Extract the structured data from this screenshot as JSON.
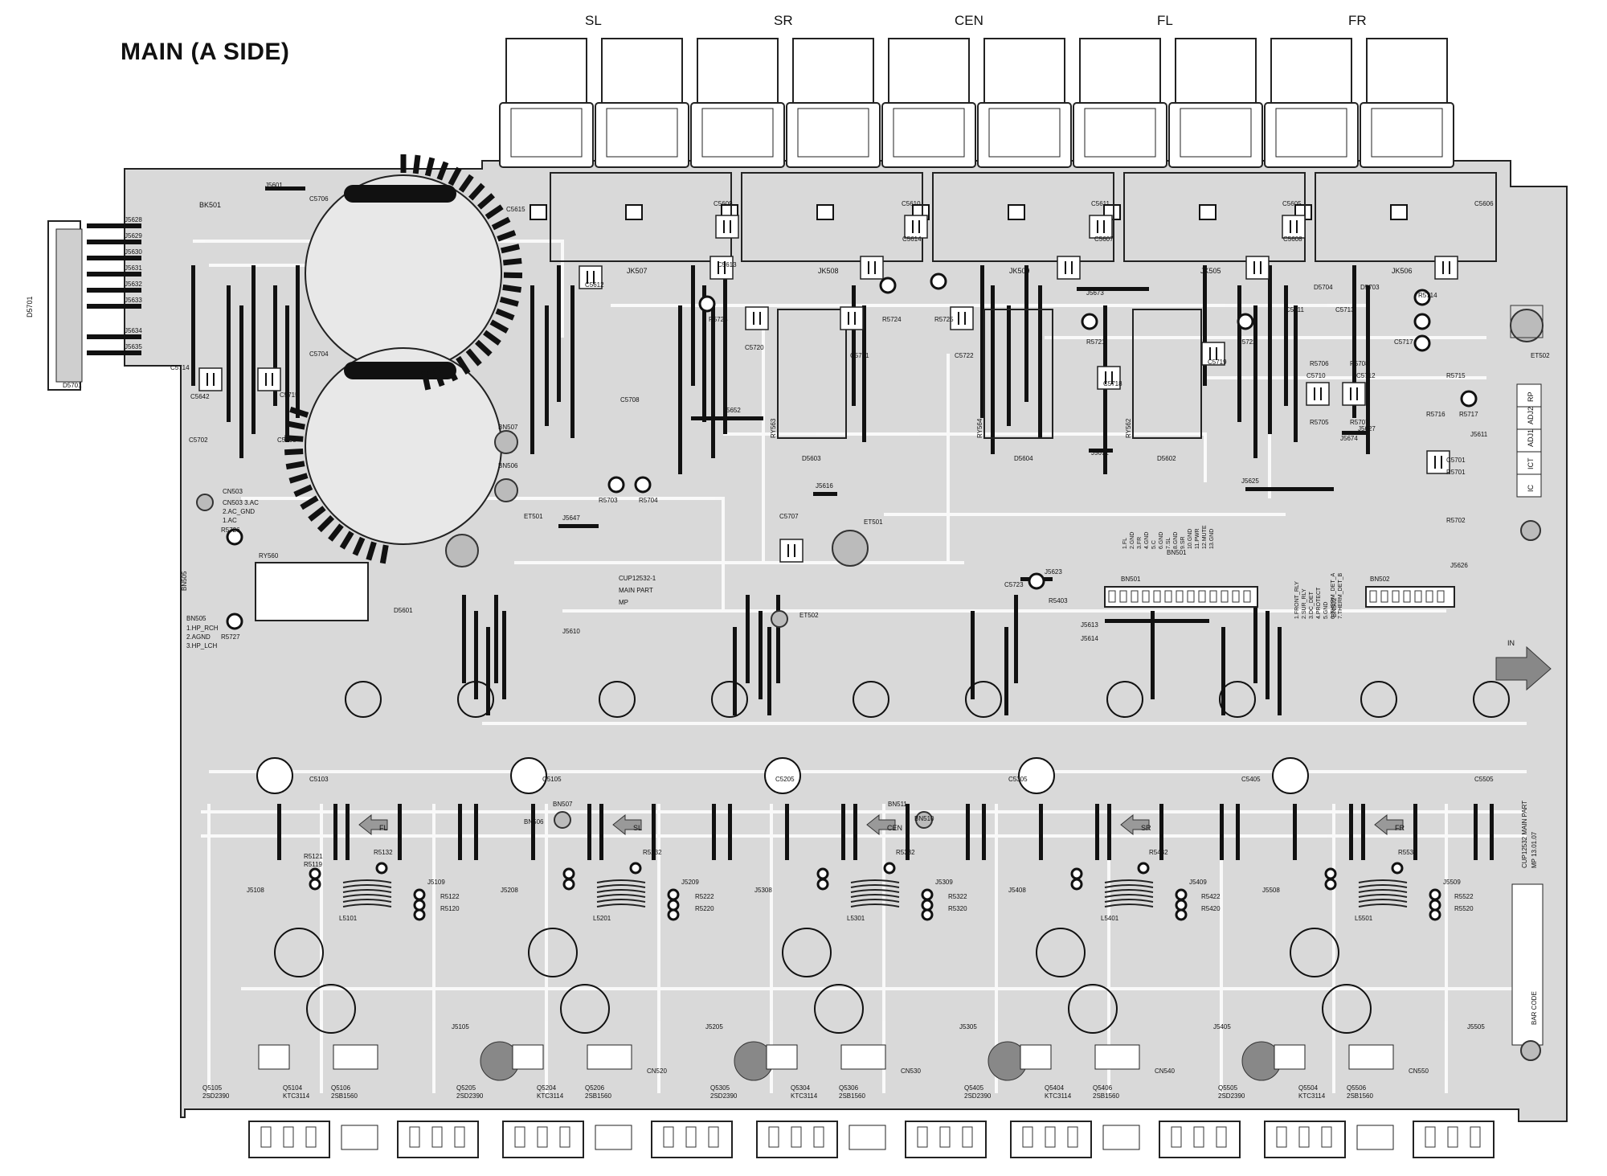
{
  "title": "MAIN (A SIDE)",
  "channels": [
    "SL",
    "SR",
    "CEN",
    "FL",
    "FR"
  ],
  "board": {
    "part_number": "CUP12532-1",
    "part_name": "MAIN PART",
    "part_code": "MP",
    "edge_label": "CUP12532 MAIN PART",
    "edge_date": "MP 13.01.07",
    "bar_code": "BAR CODE",
    "arrow_in": "IN"
  },
  "connectors": {
    "d5701": "D5701",
    "bk501": "BK501",
    "cn503_label": "CN503",
    "cn503_pins": [
      "CN503 3.AC",
      "2.AC_GND",
      "1.AC"
    ],
    "bn505_label": "BN505",
    "bn505_pins": [
      "1.HP_RCH",
      "2.AGND",
      "3.HP_LCH"
    ],
    "bn501": "BN501",
    "bn502": "BN502",
    "jacks": [
      "JK507",
      "JK508",
      "JK509",
      "JK505",
      "JK506"
    ],
    "bn507": "BN507",
    "bn506": "BN506",
    "bn510": "BN510",
    "bn511": "BN511",
    "et501": "ET501",
    "et502": "ET502",
    "cn": [
      "CN520",
      "CN530",
      "CN540",
      "CN550"
    ]
  },
  "side_table": [
    "RP",
    "ADJ2",
    "ADJ1",
    "ICT",
    "IC"
  ],
  "parts": {
    "caps_top": [
      "C5706",
      "C5704",
      "C5615",
      "C5609",
      "C5610",
      "C5611",
      "C5605",
      "C5606",
      "C5612",
      "C5613",
      "C5614",
      "C5607",
      "C5608",
      "C5720",
      "C5721",
      "C5722",
      "C5719",
      "C5718",
      "C5708",
      "C5707",
      "C5723",
      "C5711",
      "C5713",
      "C5717",
      "C5710",
      "C5712",
      "C5701",
      "C5714",
      "C5715",
      "C5702",
      "C5703",
      "C5642",
      "C5702"
    ],
    "relays": [
      "RY560",
      "RY563",
      "RY564",
      "RY562"
    ],
    "resistors_top": [
      "R5723",
      "R5724",
      "R5725",
      "R5721",
      "R5722",
      "R5714",
      "R5715",
      "R5716",
      "R5717",
      "R5706",
      "R5708",
      "R5705",
      "R5707",
      "R5701",
      "R5702",
      "R5726",
      "R5727",
      "R5703",
      "R5704",
      "R5403"
    ],
    "diodes_top": [
      "D5603",
      "D5604",
      "D5602",
      "D5704",
      "D5703",
      "D5601"
    ],
    "jumpers_left": [
      "J5628",
      "J5629",
      "J5630",
      "J5631",
      "J5632",
      "J5633",
      "J5634",
      "J5635"
    ],
    "jumpers_misc": [
      "J5601",
      "J5652",
      "J5616",
      "J5647",
      "J5625",
      "J5623",
      "J5626",
      "J5613",
      "J5614",
      "J5673",
      "J5671",
      "J5674",
      "J5627",
      "J5611",
      "J5610"
    ],
    "transistors_bottom": [
      {
        "ref": "Q5105",
        "type": "2SD2390"
      },
      {
        "ref": "Q5104",
        "type": "KTC3114"
      },
      {
        "ref": "Q5106",
        "type": "2SB1560"
      },
      {
        "ref": "Q5205",
        "type": "2SD2390"
      },
      {
        "ref": "Q5204",
        "type": "KTC3114"
      },
      {
        "ref": "Q5206",
        "type": "2SB1560"
      },
      {
        "ref": "Q5305",
        "type": "2SD2390"
      },
      {
        "ref": "Q5304",
        "type": "KTC3114"
      },
      {
        "ref": "Q5306",
        "type": "2SB1560"
      },
      {
        "ref": "Q5405",
        "type": "2SD2390"
      },
      {
        "ref": "Q5404",
        "type": "KTC3114"
      },
      {
        "ref": "Q5406",
        "type": "2SB1560"
      },
      {
        "ref": "Q5505",
        "type": "2SD2390"
      },
      {
        "ref": "Q5504",
        "type": "KTC3114"
      },
      {
        "ref": "Q5506",
        "type": "2SB1560"
      }
    ],
    "coils": [
      "L5101",
      "L5201",
      "L5301",
      "L5401",
      "L5501"
    ],
    "stage_caps": [
      "C5103",
      "C5105",
      "C5205",
      "C5305",
      "C5405",
      "C5505"
    ],
    "stage_res": [
      "R5121",
      "R5119",
      "R5132",
      "R5122",
      "R5120",
      "R5232",
      "R5222",
      "R5220",
      "R5332",
      "R5322",
      "R5320",
      "R5432",
      "R5422",
      "R5420",
      "R5532",
      "R5522",
      "R5520"
    ],
    "stage_jumpers": [
      "J5105",
      "J5205",
      "J5305",
      "J5405",
      "J5505",
      "J5108",
      "J5208",
      "J5308",
      "J5408",
      "J5508",
      "J5109",
      "J5209",
      "J5309",
      "J5409",
      "J5509"
    ]
  },
  "bn501_pins": [
    "1.FL",
    "2.GND",
    "3.FR",
    "4.GND",
    "5.C",
    "6.GND",
    "7.SL",
    "8.GND",
    "9.SR",
    "10.GND",
    "11.PWR",
    "12.MUTE",
    "13.GND"
  ],
  "bn502_pins": [
    "1.FRONT_RLY",
    "2.SUR_RLY",
    "3.DC_DET",
    "4.PROTECT",
    "5.GND",
    "6.THERM_DET_A",
    "7.THERM_DET_B"
  ],
  "labels_stage": [
    "FL",
    "SL",
    "CEN",
    "SR",
    "FR"
  ]
}
